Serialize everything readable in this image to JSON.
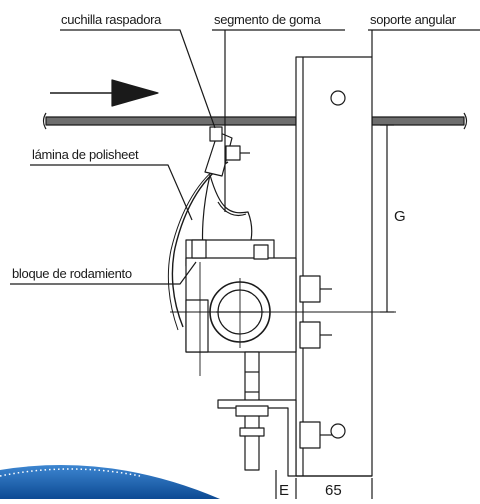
{
  "labels": {
    "scraper_blade": "cuchilla raspadora",
    "rubber_segment": "segmento de goma",
    "angle_bracket": "soporte angular",
    "polisheet": "lámina de polisheet",
    "bearing_block": "bloque de rodamiento"
  },
  "dimensions": {
    "g": "G",
    "e": "E",
    "width": "65"
  },
  "colors": {
    "line": "#1a1a1a",
    "belt": "#6e6e6e",
    "accent": "#1c5fa8"
  }
}
